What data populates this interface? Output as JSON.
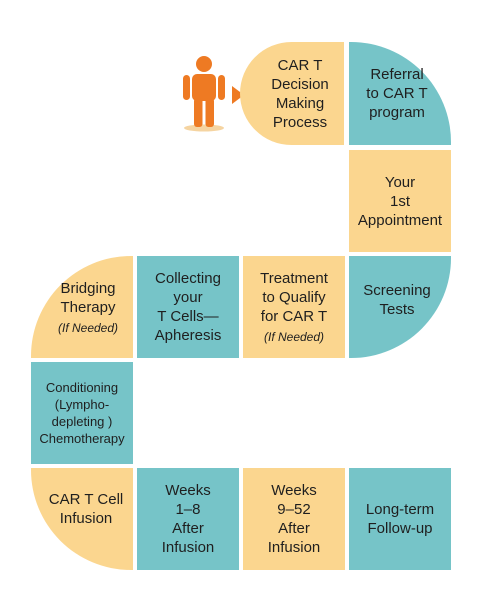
{
  "colors": {
    "teal": "#76c4c8",
    "tan": "#fbd68f",
    "accent_orange": "#ee7a23"
  },
  "icons": {
    "person": "person-icon",
    "pointer": "triangle-right-icon"
  },
  "steps": [
    {
      "lines": [
        "CAR T",
        "Decision",
        "Making",
        "Process"
      ],
      "note": ""
    },
    {
      "lines": [
        "Referral",
        "to CAR T",
        "program"
      ],
      "note": ""
    },
    {
      "lines": [
        "Your",
        "1st",
        "Appointment"
      ],
      "note": ""
    },
    {
      "lines": [
        "Screening",
        "Tests"
      ],
      "note": ""
    },
    {
      "lines": [
        "Treatment",
        "to Qualify",
        "for CAR T"
      ],
      "note": "(If Needed)"
    },
    {
      "lines": [
        "Collecting",
        "your",
        "T Cells—",
        "Apheresis"
      ],
      "note": ""
    },
    {
      "lines": [
        "Bridging",
        "Therapy"
      ],
      "note": "(If Needed)"
    },
    {
      "lines": [
        "Conditioning",
        "(Lympho-",
        "depleting )",
        "Chemotherapy"
      ],
      "note": ""
    },
    {
      "lines": [
        "CAR T Cell",
        "Infusion"
      ],
      "note": ""
    },
    {
      "lines": [
        "Weeks",
        "1–8",
        "After",
        "Infusion"
      ],
      "note": ""
    },
    {
      "lines": [
        "Weeks",
        "9–52",
        "After",
        "Infusion"
      ],
      "note": ""
    },
    {
      "lines": [
        "Long-term",
        "Follow-up"
      ],
      "note": ""
    }
  ]
}
